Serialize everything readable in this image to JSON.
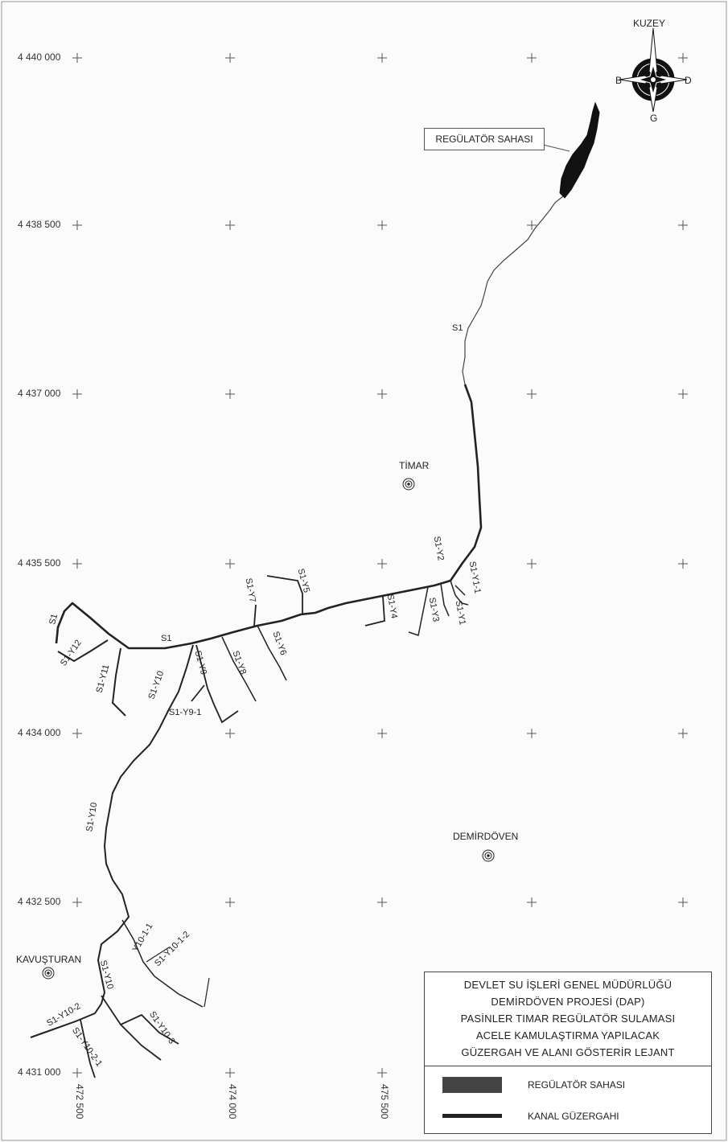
{
  "compass": {
    "north": "KUZEY",
    "west": "B",
    "east": "D",
    "south": "G"
  },
  "callout": "REGÜLATÖR SAHASI",
  "grid": {
    "y_labels": [
      "4 440 000",
      "4 438 500",
      "4 437 000",
      "4 435 500",
      "4 434 000",
      "4 432 500",
      "4 431 000"
    ],
    "x_labels": [
      "472 500",
      "474 000",
      "475 500"
    ]
  },
  "villages": {
    "timar": "TİMAR",
    "demirdoven": "DEMİRDÖVEN",
    "kavusturan": "KAVUŞTURAN"
  },
  "canal_labels": {
    "s1_top": "S1",
    "s1_mid": "S1",
    "s1_left": "S1",
    "y1": "S1-Y1",
    "y1_1": "S1-Y1-1",
    "y2": "S1-Y2",
    "y3": "S1-Y3",
    "y4": "S1-Y4",
    "y5": "S1-Y5",
    "y6": "S1-Y6",
    "y7": "S1-Y7",
    "y8": "S1-Y8",
    "y9": "S1-Y9",
    "y9_1": "S1-Y9-1",
    "y10_a": "S1-Y10",
    "y10_b": "S1-Y10",
    "y10_c": "S1-Y10",
    "y11": "S1-Y11",
    "y12": "S1-Y12",
    "y10_1_1": "Y10-1-1",
    "y10_1_2": "S1-Y10-1-2",
    "y10_2": "S1-Y10-2",
    "y10_2_1": "S1-Y10-2-1",
    "y10_3": "S1-Y10-3"
  },
  "legend": {
    "title_lines": [
      "DEVLET SU İŞLERİ GENEL MÜDÜRLÜĞÜ",
      "DEMİRDÖVEN PROJESİ (DAP)",
      "PASİNLER TIMAR REGÜLATÖR SULAMASI",
      "ACELE KAMULAŞTIRMA YAPILACAK",
      "GÜZERGAH VE ALANI GÖSTERİR LEJANT"
    ],
    "item_area": "REGÜLATÖR SAHASI",
    "item_canal": "KANAL GÜZERGAHI"
  },
  "colors": {
    "canal": "#222222",
    "river": "#555555",
    "fill": "#111111"
  }
}
